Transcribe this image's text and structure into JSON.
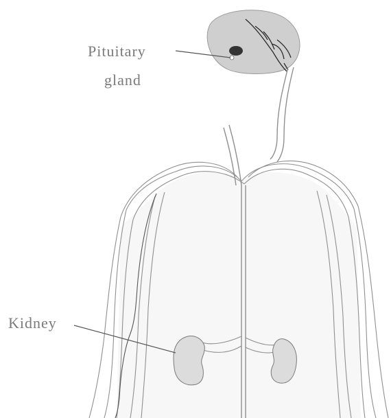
{
  "labels": {
    "pituitary_line1": "Pituitary",
    "pituitary_line2": "gland",
    "kidney": "Kidney"
  },
  "colors": {
    "head_fill": "#cfcfcf",
    "kidney_fill": "#dcdcdc",
    "torso_fill": "#f7f7f7",
    "nerve_stroke": "#8f8f8f",
    "nerve_dark": "#2a2a2a",
    "leader_line": "#555555",
    "gland_fill": "#333333",
    "label_text": "#7a7a7a"
  }
}
